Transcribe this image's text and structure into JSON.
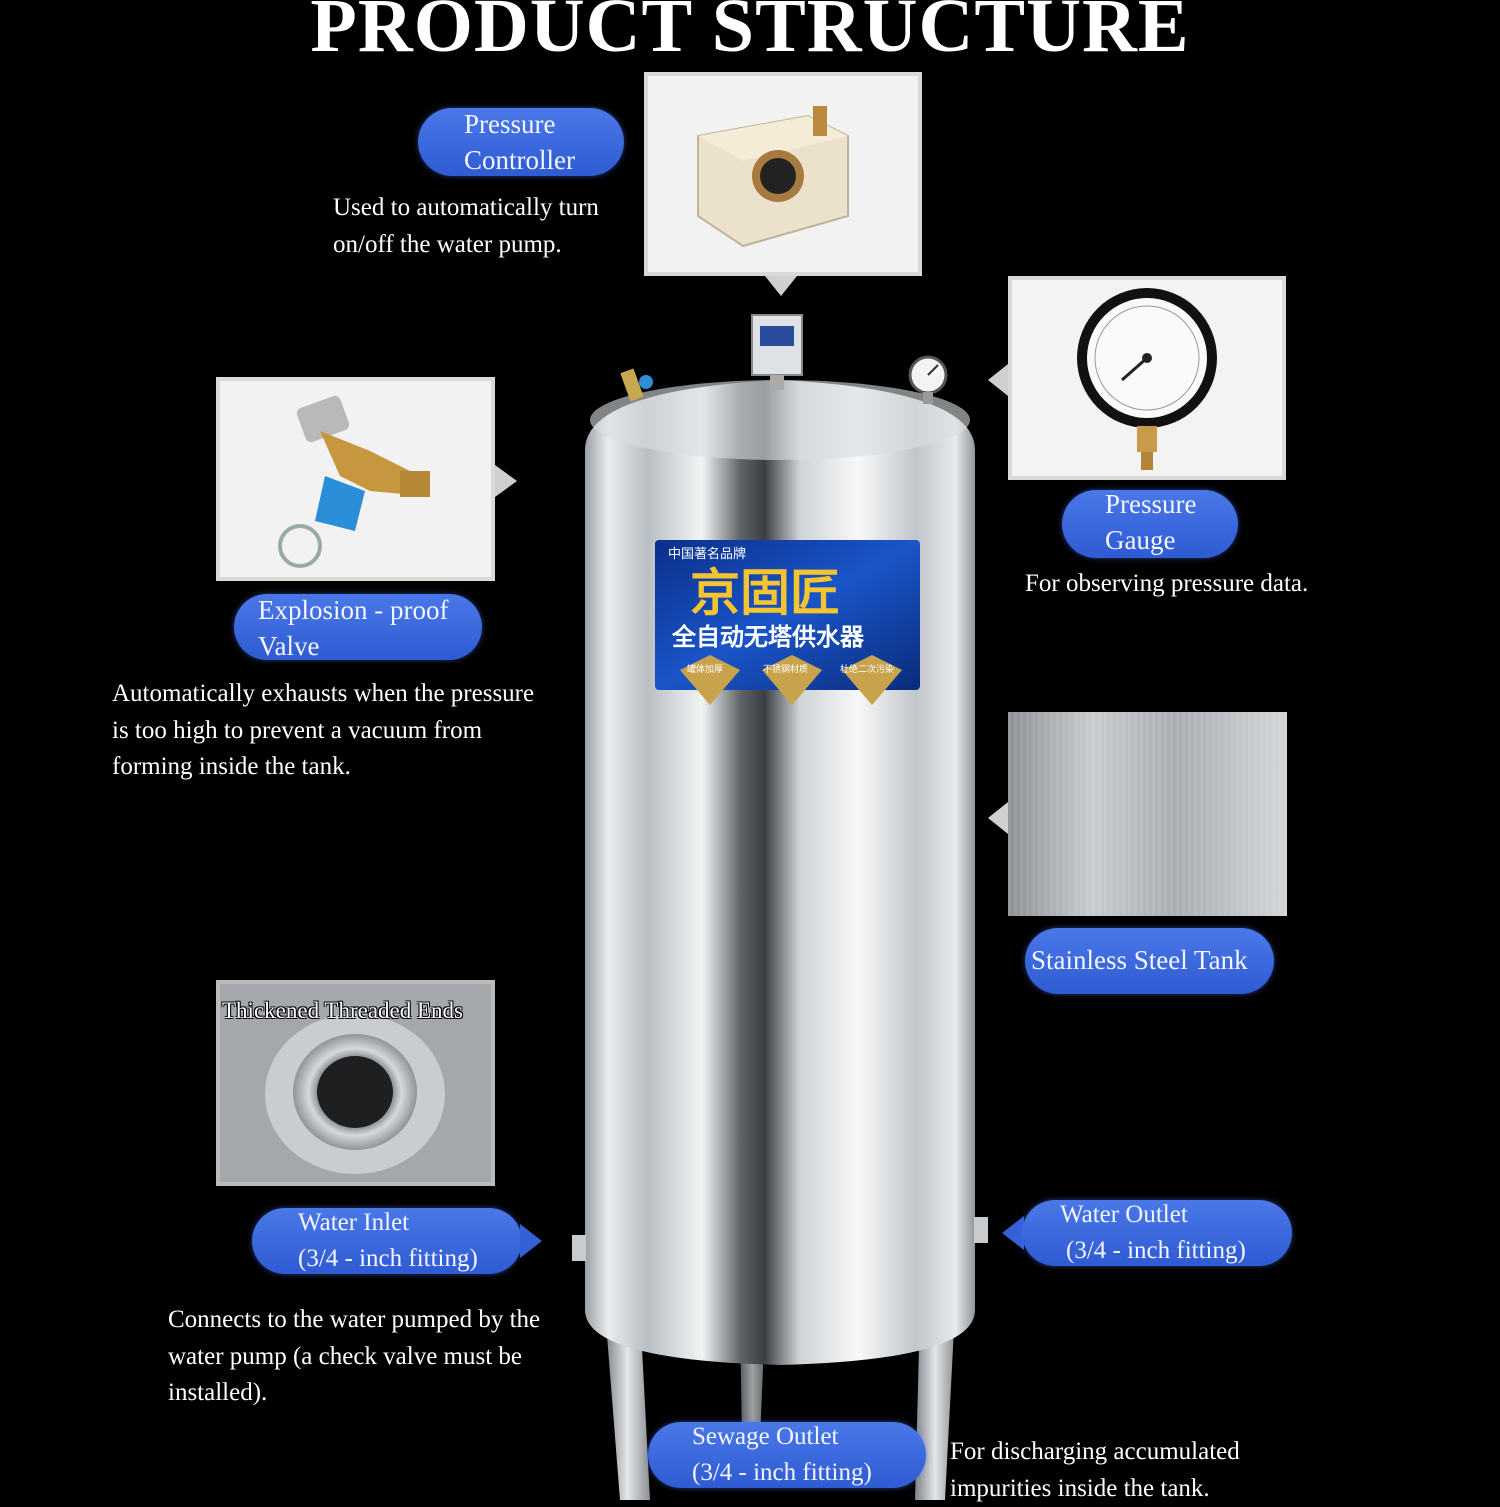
{
  "title": "PRODUCT STRUCTURE",
  "pressure_controller": {
    "label": [
      "Pressure",
      "Controller"
    ],
    "description": [
      "Used to automatically turn",
      "on/off the water pump."
    ]
  },
  "pressure_gauge": {
    "label": [
      "Pressure",
      "Gauge"
    ],
    "description": "For observing pressure data."
  },
  "explosion_valve": {
    "label": [
      "Explosion - proof",
      "Valve"
    ],
    "description": [
      "Automatically exhausts when the pressure",
      "is too high to prevent a vacuum from",
      "forming inside the tank."
    ]
  },
  "stainless_tank": {
    "label": "Stainless Steel Tank"
  },
  "threaded_ends": {
    "caption": "Thickened Threaded Ends"
  },
  "water_inlet": {
    "label": [
      "Water Inlet",
      "(3/4 - inch fitting)"
    ],
    "description": [
      "Connects to the water pumped by the",
      "water pump (a check valve must be",
      "installed)."
    ]
  },
  "water_outlet": {
    "label": [
      "Water Outlet",
      "(3/4 - inch fitting)"
    ]
  },
  "sewage_outlet": {
    "label": [
      "Sewage Outlet",
      "(3/4 - inch fitting)"
    ],
    "description": [
      "For discharging accumulated",
      "impurities inside the tank."
    ]
  },
  "tank_label": {
    "brand_top": "中国著名品牌",
    "brand": "京固匠",
    "product": "全自动无塔供水器",
    "badges": [
      "罐体加厚",
      "不锈钢材质",
      "杜绝二次污染"
    ]
  },
  "colors": {
    "background": "#000000",
    "pill": "#3a66dd",
    "text": "#ffffff"
  }
}
